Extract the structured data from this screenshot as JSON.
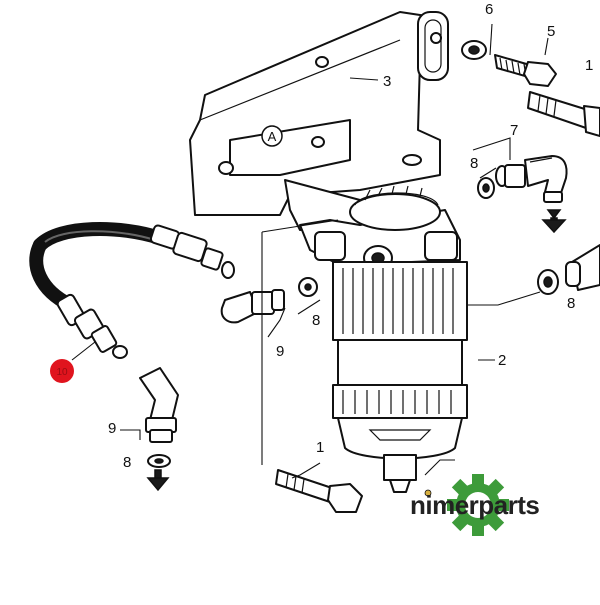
{
  "diagram": {
    "callouts": {
      "c1_top": "1",
      "c1_bottom": "1",
      "c2": "2",
      "c3": "3",
      "c5": "5",
      "c6": "6",
      "c7": "7",
      "c8_top": "8",
      "c8_mid": "8",
      "c8_right": "8",
      "c8_left": "8",
      "c9_mid": "9",
      "c9_left": "9",
      "ref_a": "A",
      "c10": "10"
    },
    "highlight_color": "#e0141e",
    "brand": {
      "name": "nimerparts",
      "logo_color": "#3d9b3a"
    }
  }
}
